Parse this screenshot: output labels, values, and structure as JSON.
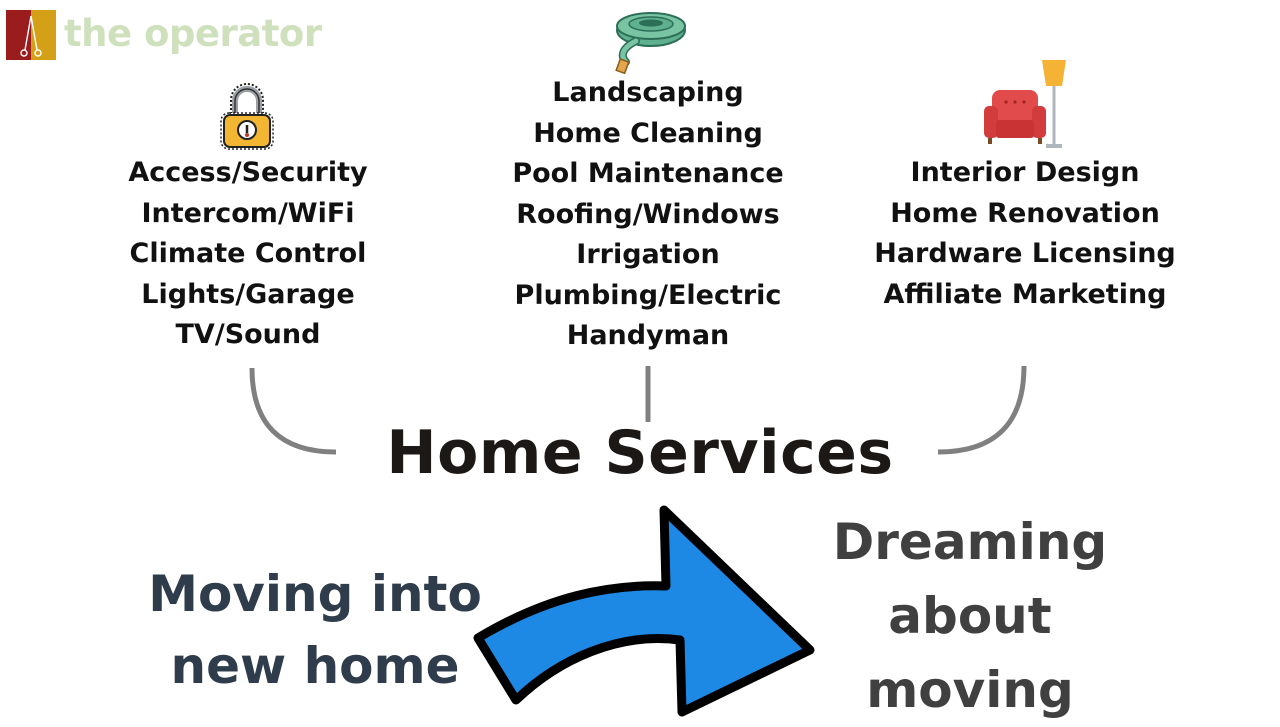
{
  "logo": {
    "text": "the operator"
  },
  "icons": {
    "left": "padlock-icon",
    "middle": "garden-hose-icon",
    "right": "armchair-lamp-icon",
    "arrow": "curved-arrow-icon"
  },
  "columns": {
    "left": [
      "Access/Security",
      "Intercom/WiFi",
      "Climate Control",
      "Lights/Garage",
      "TV/Sound"
    ],
    "middle": [
      "Landscaping",
      "Home Cleaning",
      "Pool Maintenance",
      "Roofing/Windows",
      "Irrigation",
      "Plumbing/Electric",
      "Handyman"
    ],
    "right": [
      "Interior Design",
      "Home Renovation",
      "Hardware Licensing",
      "Affiliate Marketing"
    ]
  },
  "title": "Home Services",
  "moving_into": [
    "Moving into",
    "new home"
  ],
  "dreaming": [
    "Dreaming",
    "about",
    "moving"
  ],
  "colors": {
    "arrow_fill": "#1e88e5",
    "connector": "#808080",
    "logo_red": "#9b1c1c",
    "logo_gold": "#d4a017"
  }
}
